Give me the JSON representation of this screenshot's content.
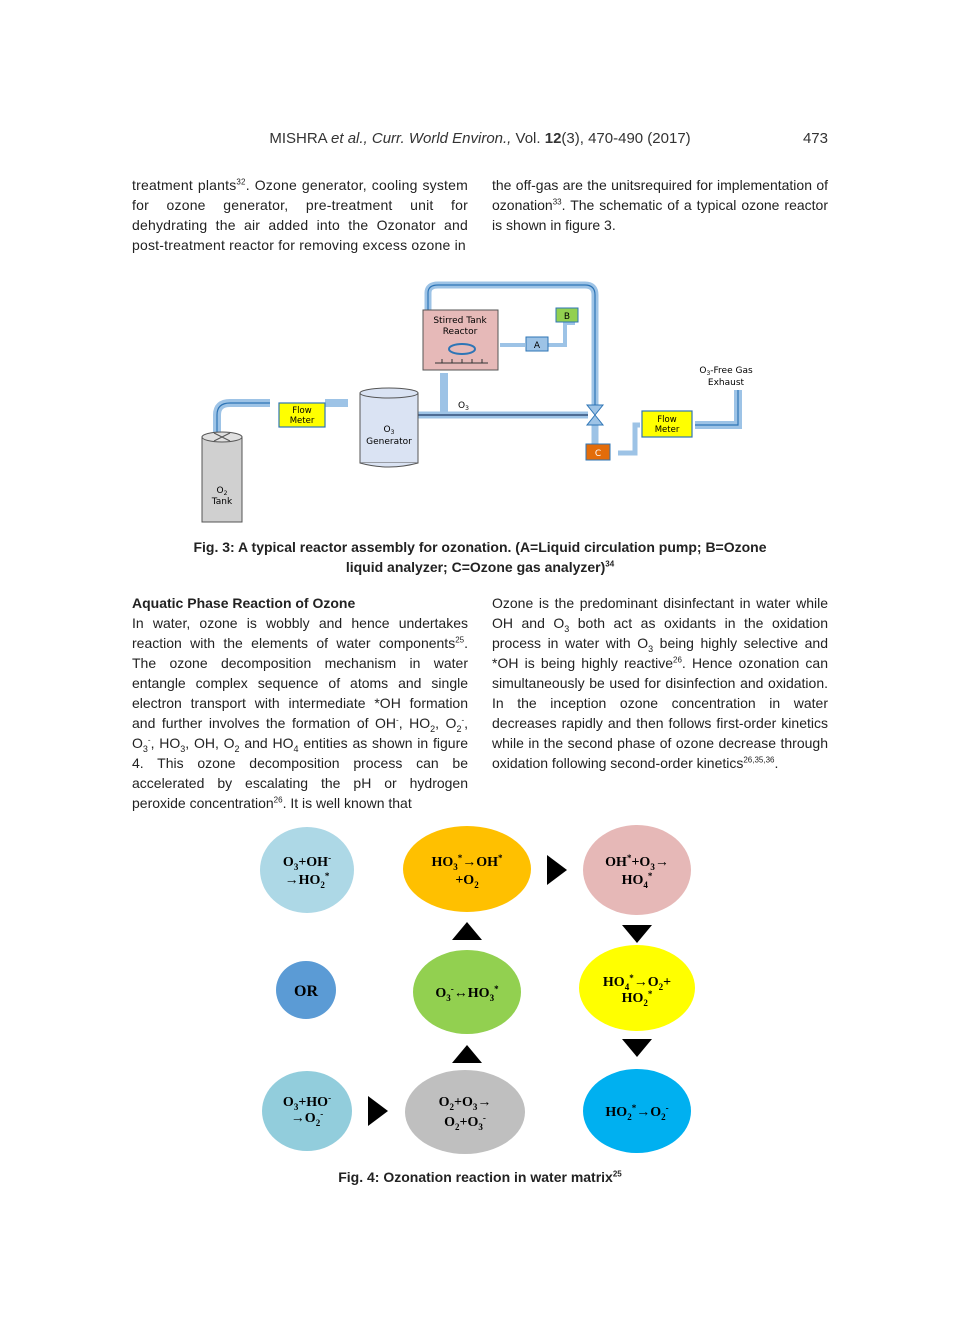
{
  "header": {
    "author": "MISHRA",
    "etal": "et al.,",
    "journal": "Curr. World Environ.,",
    "vol_label": "Vol.",
    "vol_num": "12",
    "issue_pages": "(3), 470-490 (2017)",
    "page_number": "473"
  },
  "top_left": {
    "t1": "treatment plants",
    "r1": "32",
    "t2": ". Ozone generator, cooling system for ozone generator, pre-treatment unit for dehydrating the air added into the Ozonator and post-treatment reactor for removing excess ozone in"
  },
  "top_right": {
    "t1": "the off-gas are the unitsrequired for implementation of ozonation",
    "r1": "33",
    "t2": ". The schematic of a typical ozone reactor is shown in figure 3."
  },
  "fig3": {
    "reactor_l1": "Stirred Tank",
    "reactor_l2": "Reactor",
    "label_a": "A",
    "label_b": "B",
    "label_c": "C",
    "o3_line_label": "O",
    "o3_line_sub": "3",
    "flow1_l1": "Flow",
    "flow1_l2": "Meter",
    "flow2_l1": "Flow",
    "flow2_l2": "Meter",
    "gen_l1": "O",
    "gen_l1_sub": "3",
    "gen_l2": "Generator",
    "tank_l1": "O",
    "tank_l1_sub": "2",
    "tank_l2": "Tank",
    "exhaust_l1a": "O",
    "exhaust_l1sub": "3",
    "exhaust_l1b": "-Free Gas",
    "exhaust_l2": "Exhaust",
    "caption_l1": "Fig. 3: A typical reactor assembly for ozonation. (A=Liquid circulation pump; B=Ozone",
    "caption_l2": "liquid analyzer; C=Ozone gas analyzer)",
    "caption_ref": "34"
  },
  "section": {
    "heading": "Aquatic Phase Reaction of Ozone",
    "p_a": "In water, ozone is wobbly and hence undertakes reaction with the elements of water components",
    "r_a": "25",
    "p_b": ". The ozone decomposition mechanism in water entangle complex sequence of atoms and single electron transport with intermediate *OH formation and further involves the formation of OH",
    "p_c": ", HO",
    "p_d": ", O",
    "p_e": ", O",
    "p_f": ", HO",
    "p_g": ", OH, O",
    "p_h": " and HO",
    "p_i": " entities as shown in figure 4. This ozone decomposition process can be accelerated by escalating the pH or hydrogen peroxide concentration",
    "r_b": "26",
    "p_j": ". It is well known that",
    "minus": "-",
    "s2": "2",
    "s3": "3",
    "s4": "4"
  },
  "right_col": {
    "q_a": "Ozone is the predominant disinfectant in water while OH and O",
    "q_b": " both act as oxidants in the oxidation process in water with O",
    "q_c": " being highly selective and *OH is being highly reactive",
    "r_a": "26",
    "q_d": ". Hence ozonation can simultaneously be used for disinfection and oxidation. In the inception ozone concentration in water decreases rapidly and then follows first-order kinetics while in the second phase of ozone decrease through oxidation following second-order kinetics",
    "r_b": "26,35,36",
    "q_e": "."
  },
  "fig4": {
    "e1": {
      "a": "O",
      "b": "3",
      "c": "+OH",
      "d": "-",
      "e": "→HO",
      "f": "2",
      "g": "*"
    },
    "e2": {
      "a": "HO",
      "b": "3",
      "c": "*",
      "d": "→OH",
      "e": "*",
      "f": "+O",
      "g": "2"
    },
    "e3": {
      "a": "OH",
      "b": "*",
      "c": "+O",
      "d": "3",
      "e": "→",
      "f": "HO",
      "g": "4",
      "h": "*"
    },
    "e4": "OR",
    "e5": {
      "a": "O",
      "b": "3",
      "c": "-",
      "d": "↔HO",
      "e": "3",
      "f": "*"
    },
    "e6": {
      "a": "HO",
      "b": "4",
      "c": "*",
      "d": "→O",
      "e": "2",
      "f": "+",
      "g": "HO",
      "h": "2",
      "i": "*"
    },
    "e7": {
      "a": "O",
      "b": "3",
      "c": "+HO",
      "d": "-",
      "e": "→O",
      "f": "2",
      "g": "-"
    },
    "e8": {
      "a": "O",
      "b": "2",
      "c": "+O",
      "d": "3",
      "e": "→",
      "f": "O",
      "g": "2",
      "h": "+O",
      "i": "3",
      "j": "-"
    },
    "e9": {
      "a": "HO",
      "b": "2",
      "c": "*",
      "d": "→O",
      "e": "2",
      "f": "-"
    },
    "caption": "Fig. 4: Ozonation reaction in water matrix",
    "caption_ref": "25"
  },
  "colors": {
    "pipe": "#9dc3e6",
    "pipe_stroke": "#2e75b6",
    "reactor": "#e6b9b8",
    "flow_meter": "#ffff00",
    "analyzer_b": "#92d050",
    "analyzer_c": "#e36c0a",
    "ell_lightblue": "#add8e6",
    "ell_orange": "#ffc000",
    "ell_pink": "#e6b8b7",
    "ell_blue": "#5b9bd5",
    "ell_green": "#92d050",
    "ell_yellow": "#ffff00",
    "ell_teal": "#92cddc",
    "ell_gray": "#bfbfbf",
    "ell_cyan": "#00b0f0"
  }
}
